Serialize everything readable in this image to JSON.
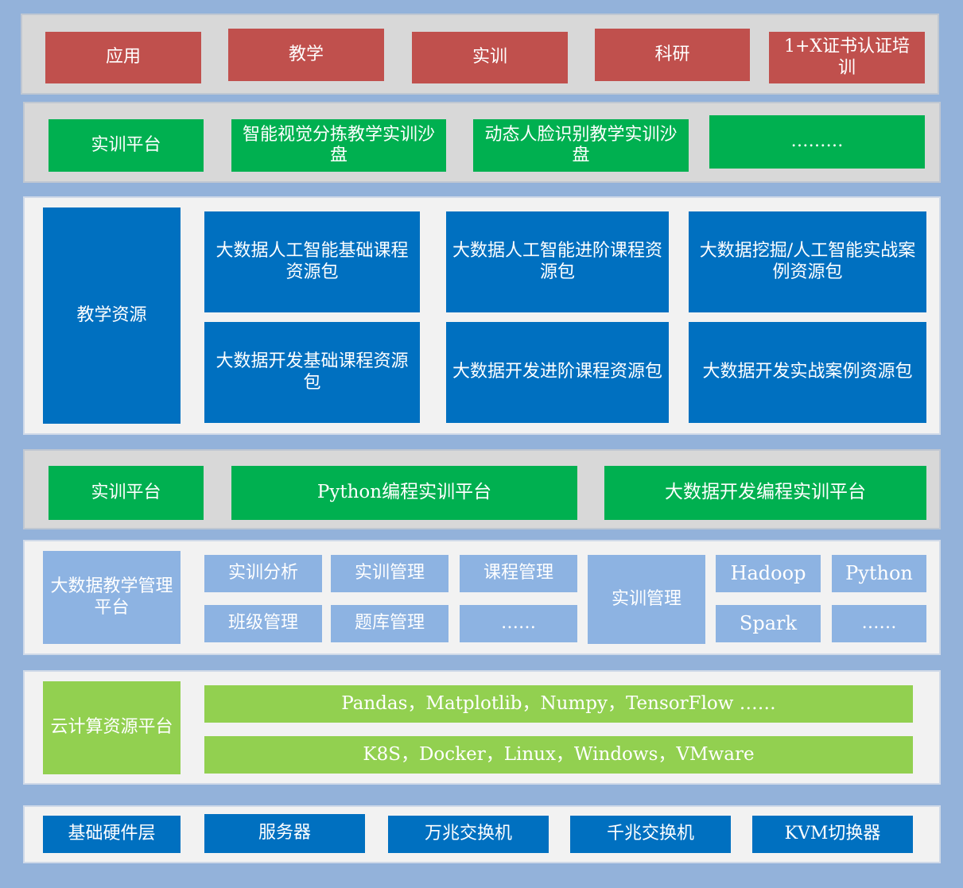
{
  "row1": {
    "items": [
      "应用",
      "教学",
      "实训",
      "科研",
      "1+X证书认证培训"
    ]
  },
  "row2": {
    "label": "实训平台",
    "items": [
      "智能视觉分拣教学实训沙盘",
      "动态人脸识别教学实训沙盘",
      "………"
    ]
  },
  "row3": {
    "label": "教学资源",
    "items": [
      "大数据人工智能基础课程资源包",
      "大数据人工智能进阶课程资源包",
      "大数据挖掘/人工智能实战案例资源包",
      "大数据开发基础课程资源包",
      "大数据开发进阶课程资源包",
      "大数据开发实战案例资源包"
    ]
  },
  "row4": {
    "label": "实训平台",
    "items": [
      "Python编程实训平台",
      "大数据开发编程实训平台"
    ]
  },
  "row5": {
    "label": "大数据教学管理平台",
    "items": [
      "实训分析",
      "实训管理",
      "课程管理",
      "班级管理",
      "题库管理",
      "……"
    ],
    "middle": "实训管理",
    "tech": [
      "Hadoop",
      "Python",
      "Spark",
      "……"
    ]
  },
  "row6": {
    "label": "云计算资源平台",
    "items": [
      "Pandas，Matplotlib，Numpy，TensorFlow ……",
      "K8S，Docker，Linux，Windows，VMware"
    ]
  },
  "row7": {
    "label": "基础硬件层",
    "items": [
      "服务器",
      "万兆交换机",
      "千兆交换机",
      "KVM切换器"
    ]
  },
  "colors": {
    "frame": "#93b2da",
    "red": "#c0504d",
    "green": "#00b050",
    "blue": "#0070c0",
    "light_blue": "#8db3e2",
    "light_green": "#92d050"
  }
}
